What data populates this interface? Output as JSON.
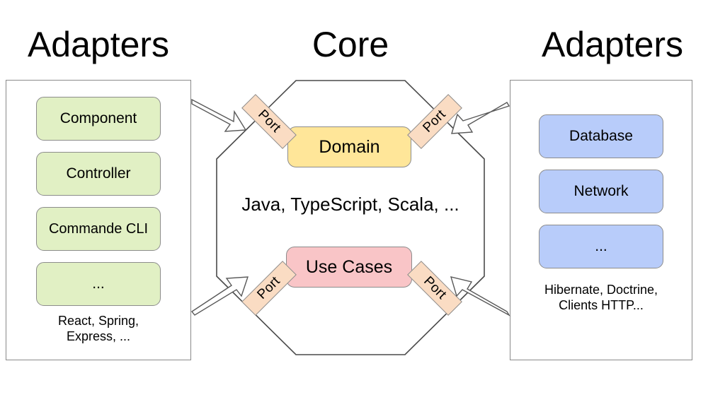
{
  "diagram": {
    "title_left": "Adapters",
    "title_core": "Core",
    "title_right": "Adapters",
    "colors": {
      "adapter_green": "#e1f0c4",
      "adapter_blue": "#b8ccfa",
      "domain_yellow": "#ffe699",
      "usecases_pink": "#f9c5c7",
      "port_peach": "#fadcc3",
      "border_gray": "#8c8c8c",
      "arrow_stroke": "#595959",
      "background": "#ffffff"
    }
  },
  "left_panel": {
    "boxes": [
      {
        "label": "Component"
      },
      {
        "label": "Controller"
      },
      {
        "label": "Commande CLI"
      },
      {
        "label": "..."
      }
    ],
    "caption_line1": "React, Spring,",
    "caption_line2": "Express, ..."
  },
  "right_panel": {
    "boxes": [
      {
        "label": "Database"
      },
      {
        "label": "Network"
      },
      {
        "label": "..."
      }
    ],
    "caption_line1": "Hibernate, Doctrine,",
    "caption_line2": "Clients HTTP..."
  },
  "core": {
    "domain_label": "Domain",
    "usecases_label": "Use Cases",
    "languages_label": "Java, TypeScript, Scala, ...",
    "ports": [
      {
        "label": "Port",
        "position": "top-left"
      },
      {
        "label": "Port",
        "position": "top-right"
      },
      {
        "label": "Port",
        "position": "bottom-left"
      },
      {
        "label": "Port",
        "position": "bottom-right"
      }
    ]
  },
  "arrows": [
    {
      "name": "arrow-top-left",
      "direction": "left-to-core"
    },
    {
      "name": "arrow-top-right",
      "direction": "right-to-core"
    },
    {
      "name": "arrow-bottom-left",
      "direction": "left-to-core"
    },
    {
      "name": "arrow-bottom-right",
      "direction": "right-to-core"
    }
  ]
}
